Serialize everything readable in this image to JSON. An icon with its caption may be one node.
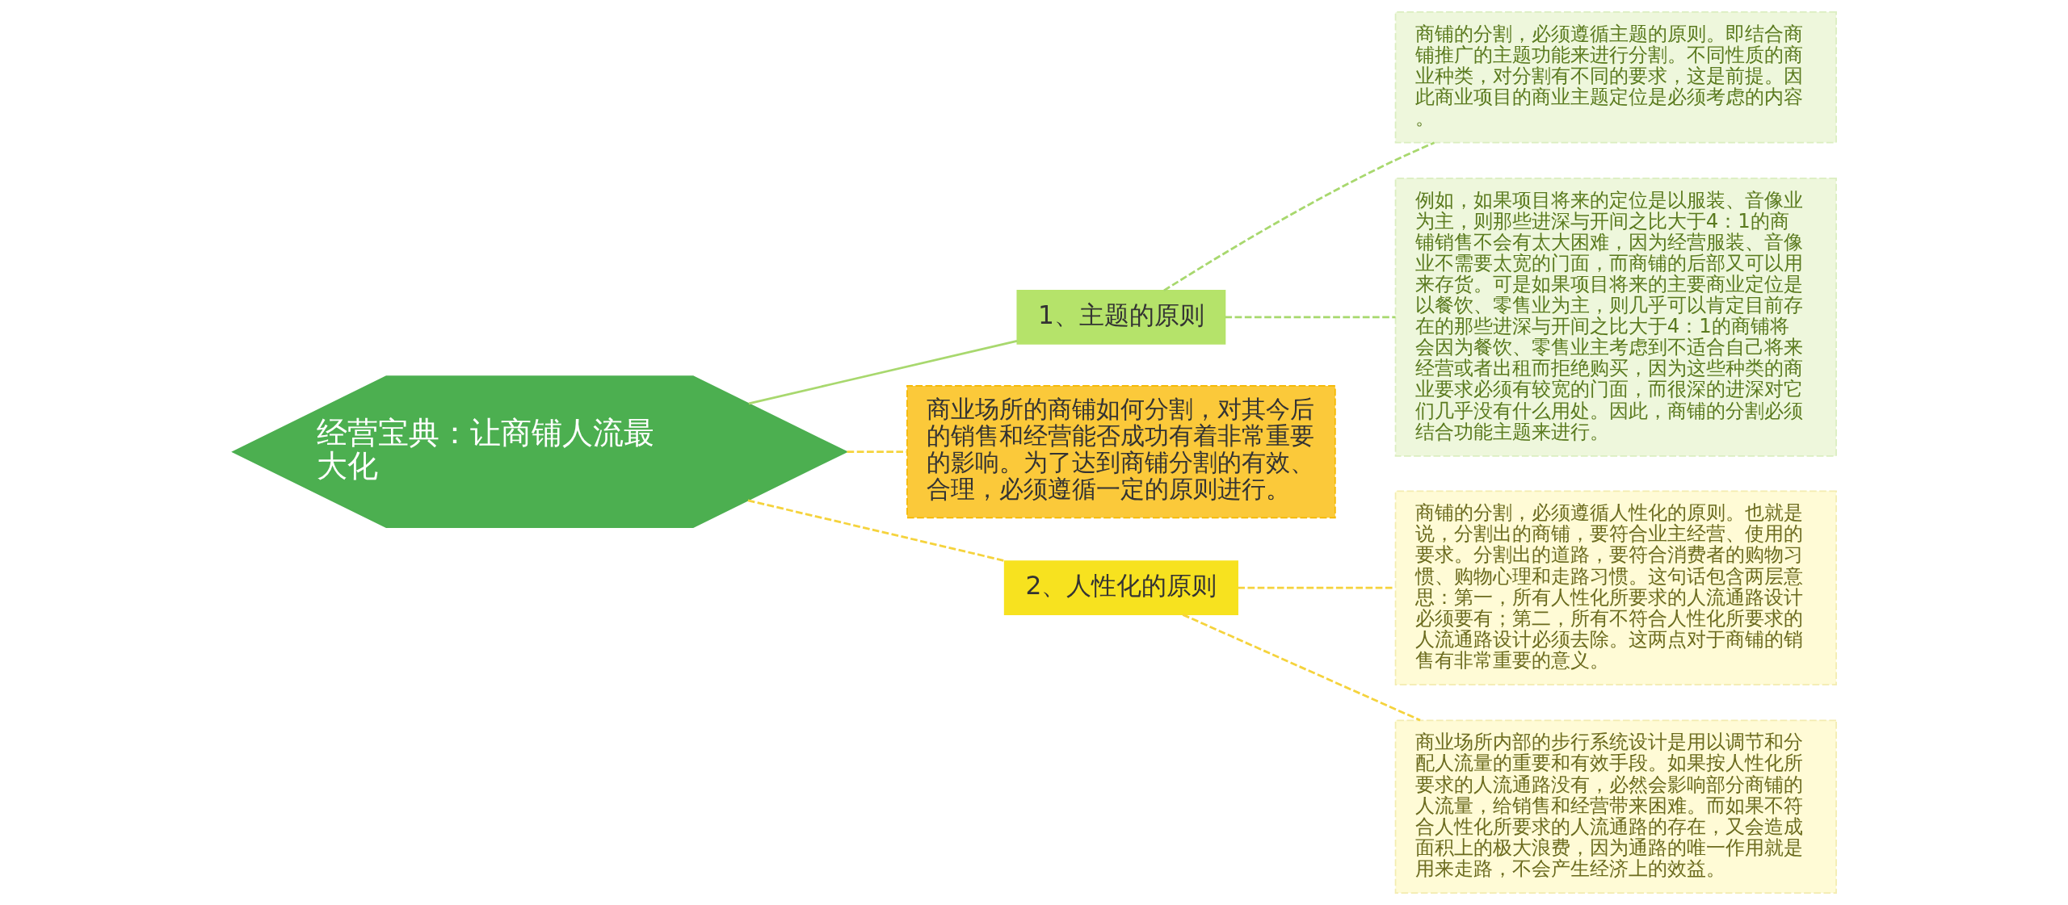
{
  "diagram": {
    "nodes": [
      {
        "text": [
          "经营宝典：让商铺人流最大化"
        ]
      },
      {
        "text": [
          "1、主题的原则"
        ]
      },
      {
        "text": [
          "商铺的分割，必须遵循主题的原则。即结合商铺推广的主题功能来进行分割。不同性质的商业种类，对分割有不同的要求，这是前提。因此商业项目的商业主题定位是必须考虑的内容。"
        ]
      },
      {
        "text": [
          "例如，如果项目将来的定位是以服装、音像业为主，则那些进深与开间之比大于4：1的商铺销售不会有太大困难，因为经营服装、音像业不需要太宽的门面，而商铺的后部又可以用来存货。可是如果项目将来的主要商业定位是以餐饮、零售业为主，则几乎可以肯定目前存在的那些进深与开间之比大于4：1的商铺将会因为餐饮、零售业主考虑到不适合自己将来经营或者出租而拒绝购买，因为这些种类的商业要求必须有较宽的门面，而很深的进深对它们几乎没有什么用处。因此，商铺的分割必须结合功能主题来进行。"
        ]
      },
      {
        "text": [
          "商业场所的商铺如何分割，对其今后的销售和经营能否成功有着非常重要的影响。为了达到商铺分割的有效、合理，必须遵循一定的原则进行。"
        ]
      },
      {
        "text": [
          "2、人性化的原则"
        ]
      },
      {
        "text": [
          "商铺的分割，必须遵循人性化的原则。也就是说，分割出的商铺，要符合业主经营、使用的要求。分割出的道路，要符合消费者的购物习惯、购物心理和走路习惯。这句话包含两层意思：第一，所有人性化所要求的人流通路设计必须要有；第二，所有不符合人性化所要求的人流通路设计必须去除。这两点对于商铺的销售有非常重要的意义。"
        ]
      },
      {
        "text": [
          "商业场所内部的步行系统设计是用以调节和分配人流量的重要和有效手段。如果按人性化所要求的人流通路没有，必然会影响部分商铺的人流量，给销售和经营带来困难。而如果不符合人性化所要求的人流通路的存在，又会造成面积上的极大浪费，因为通路的唯一作用就是用来走路，不会产生经济上的效益。"
        ]
      }
    ],
    "edges": [
      {
        "from": 0,
        "to": 1,
        "arrow": "none",
        "color": "#a8d86e"
      },
      {
        "from": 1,
        "to": 2,
        "arrow": "none",
        "style": "dashed",
        "color": "#a8d86e"
      },
      {
        "from": 1,
        "to": 3,
        "arrow": "none",
        "style": "dashed",
        "color": "#a8d86e"
      },
      {
        "from": 0,
        "to": 4,
        "arrow": "none",
        "style": "dashed",
        "color": "#f5d33d"
      },
      {
        "from": 0,
        "to": 5,
        "arrow": "none",
        "style": "dashed",
        "color": "#f5d33d"
      },
      {
        "from": 5,
        "to": 6,
        "arrow": "none",
        "style": "dashed",
        "color": "#f5d33d"
      },
      {
        "from": 5,
        "to": 7,
        "arrow": "none",
        "style": "dashed",
        "color": "#f5d33d"
      }
    ]
  }
}
